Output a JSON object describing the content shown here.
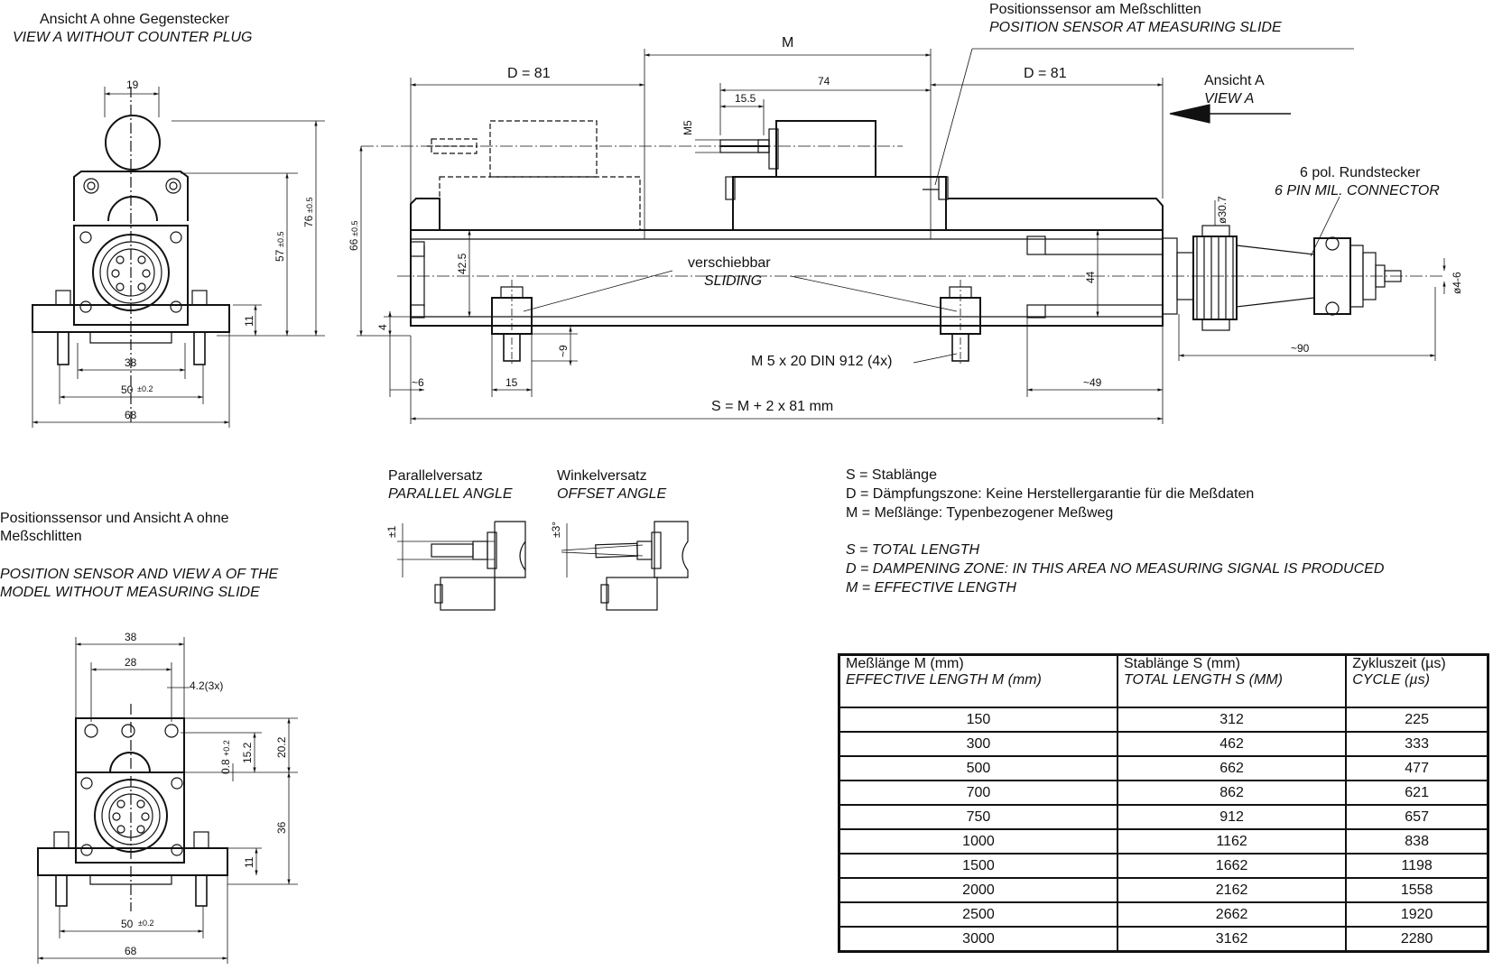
{
  "view_a": {
    "title_de": "Ansicht A ohne Gegenstecker",
    "title_en": "VIEW A WITHOUT COUNTER PLUG"
  },
  "view_a_dims": {
    "w19": "19",
    "h76": "76",
    "tol76": "±0.5",
    "h57": "57",
    "tol57": "±0.5",
    "h11": "11",
    "w38": "38",
    "w50": "50",
    "tol50": "±0.2",
    "w68": "68"
  },
  "sensor_view": {
    "title_de_1": "Positionssensor und Ansicht A ohne",
    "title_de_2": "Meßschlitten",
    "title_en_1": "POSITION SENSOR AND VIEW A OF THE",
    "title_en_2": "MODEL WITHOUT MEASURING SLIDE"
  },
  "sensor_dims": {
    "w38": "38",
    "w28": "28",
    "holes": "4.2(3x)",
    "h20_2": "20.2",
    "h15_2": "15.2",
    "h0_8": "0.8",
    "tol0_8": "+0.2",
    "h36": "36",
    "h11": "11",
    "w50": "50",
    "tol50": "±0.2",
    "w68": "68"
  },
  "main_view": {
    "sensor_de": "Positionssensor am Meßschlitten",
    "sensor_en": "POSITION SENSOR AT MEASURING SLIDE",
    "m": "M",
    "d_left": "D = 81",
    "d_right": "D = 81",
    "w74": "74",
    "w15_5": "15.5",
    "m5": "M5",
    "view_de": "Ansicht A",
    "view_en": "VIEW A",
    "connector_de": "6 pol. Rundstecker",
    "connector_en": "6 PIN MIL. CONNECTOR",
    "d30_7": "ø30.7",
    "d4_6": "ø4-6",
    "h66": "66",
    "tol66": "±0.5",
    "h42_5": "42.5",
    "h44": "44",
    "h4": "4",
    "sliding_de": "verschiebbar",
    "sliding_en": "SLIDING",
    "h9": "~9",
    "w6": "~6",
    "w15": "15",
    "w49": "~49",
    "w90": "~90",
    "screw": "M 5 x 20 DIN 912 (4x)",
    "s_formula": "S = M + 2 x 81 mm"
  },
  "offsets": {
    "parallel_de": "Parallelversatz",
    "parallel_en": "PARALLEL ANGLE",
    "parallel_tol": "±1",
    "angle_de": "Winkelversatz",
    "angle_en": "OFFSET ANGLE",
    "angle_tol": "±3°"
  },
  "legend": {
    "de": [
      "S = Stablänge",
      "D = Dämpfungszone: Keine Herstellergarantie für die Meßdaten",
      "M = Meßlänge: Typenbezogener Meßweg"
    ],
    "en": [
      "S = TOTAL LENGTH",
      "D = DAMPENING ZONE: IN THIS AREA NO MEASURING SIGNAL IS PRODUCED",
      "M = EFFECTIVE LENGTH"
    ]
  },
  "table": {
    "headers": [
      {
        "de": "Meßlänge M (mm)",
        "en": "EFFECTIVE LENGTH M (mm)"
      },
      {
        "de": "Stablänge S (mm)",
        "en": "TOTAL LENGTH S (MM)"
      },
      {
        "de": "Zykluszeit (µs)",
        "en": "CYCLE (µs)"
      }
    ],
    "rows": [
      [
        "150",
        "312",
        "225"
      ],
      [
        "300",
        "462",
        "333"
      ],
      [
        "500",
        "662",
        "477"
      ],
      [
        "700",
        "862",
        "621"
      ],
      [
        "750",
        "912",
        "657"
      ],
      [
        "1000",
        "1162",
        "838"
      ],
      [
        "1500",
        "1662",
        "1198"
      ],
      [
        "2000",
        "2162",
        "1558"
      ],
      [
        "2500",
        "2662",
        "1920"
      ],
      [
        "3000",
        "3162",
        "2280"
      ]
    ]
  }
}
